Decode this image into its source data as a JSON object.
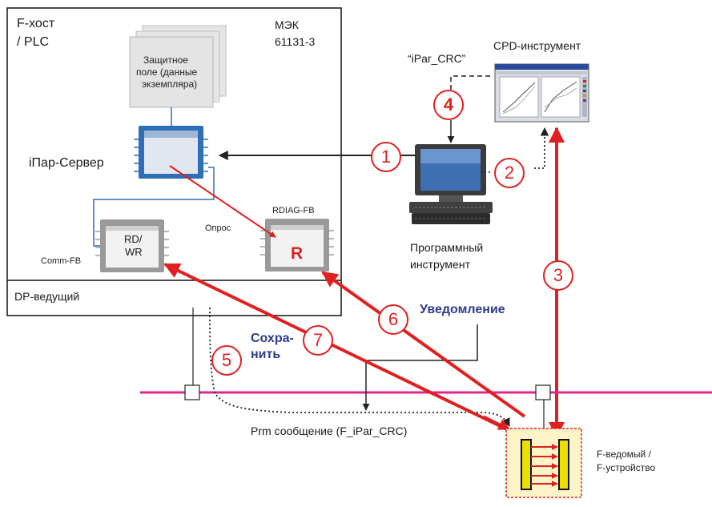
{
  "host": {
    "title_line1": "F-хост",
    "title_line2": "/ PLC",
    "standard_line1": "МЭК",
    "standard_line2": "61131-3",
    "safety_field_line1": "Защитное",
    "safety_field_line2": "поле (данные",
    "safety_field_line3": "экземпляра)",
    "ipar_server": "iПар-Сервер",
    "rdiag_fb": "RDIAG-FB",
    "poll": "Опрос",
    "rd_wr_line1": "RD/",
    "rd_wr_line2": "WR",
    "rdiag_letter": "R",
    "comm_fb": "Comm-FB",
    "dp_master": "DP-ведущий"
  },
  "tools": {
    "ipar_crc": "“iPar_CRC”",
    "cpd_tool": "CPD-инструмент",
    "program_tool_line1": "Программный",
    "program_tool_line2": "инструмент"
  },
  "messages": {
    "notification": "Уведомление",
    "save_line1": "Сохра-",
    "save_line2": "нить",
    "prm_message": "Prm сообщение (F_iPar_CRC)"
  },
  "device": {
    "line1": "F-ведомый /",
    "line2": "F-устройство"
  },
  "steps": [
    "1",
    "2",
    "3",
    "4",
    "5",
    "6",
    "7"
  ],
  "colors": {
    "arrow_red": "#e02020",
    "bus_magenta": "#e0288c",
    "server_blue": "#2f6fb5",
    "text_blue": "#2e3a8c"
  }
}
